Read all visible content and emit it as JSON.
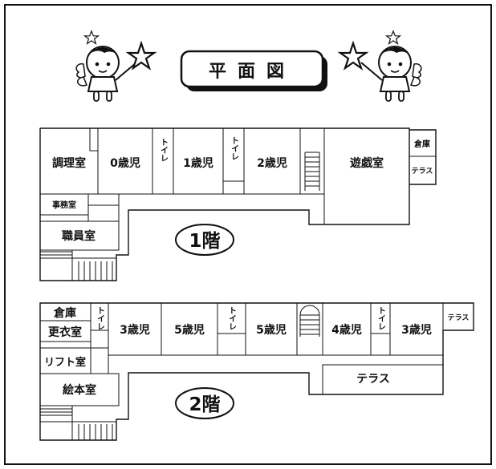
{
  "title": "平面図",
  "floor1": {
    "floor_label": "1階",
    "rooms": {
      "kitchen": "調理室",
      "age0": "0歳児",
      "toilet_a": "トイレ",
      "age1": "1歳児",
      "toilet_b": "トイレ",
      "age2": "2歳児",
      "playroom": "遊戯室",
      "storage": "倉庫",
      "terrace": "テラス",
      "office": "事務室",
      "staffroom": "職員室"
    }
  },
  "floor2": {
    "floor_label": "2階",
    "rooms": {
      "storage": "倉庫",
      "locker": "更衣室",
      "toilet_a": "トイレ",
      "age3_a": "3歳児",
      "age5_a": "5歳児",
      "toilet_b": "トイレ",
      "age5_b": "5歳児",
      "age4": "4歳児",
      "toilet_c": "トイレ",
      "age3_b": "3歳児",
      "terrace_small": "テラス",
      "lift_room": "リフト室",
      "terrace": "テラス",
      "picturebook": "絵本室"
    }
  }
}
